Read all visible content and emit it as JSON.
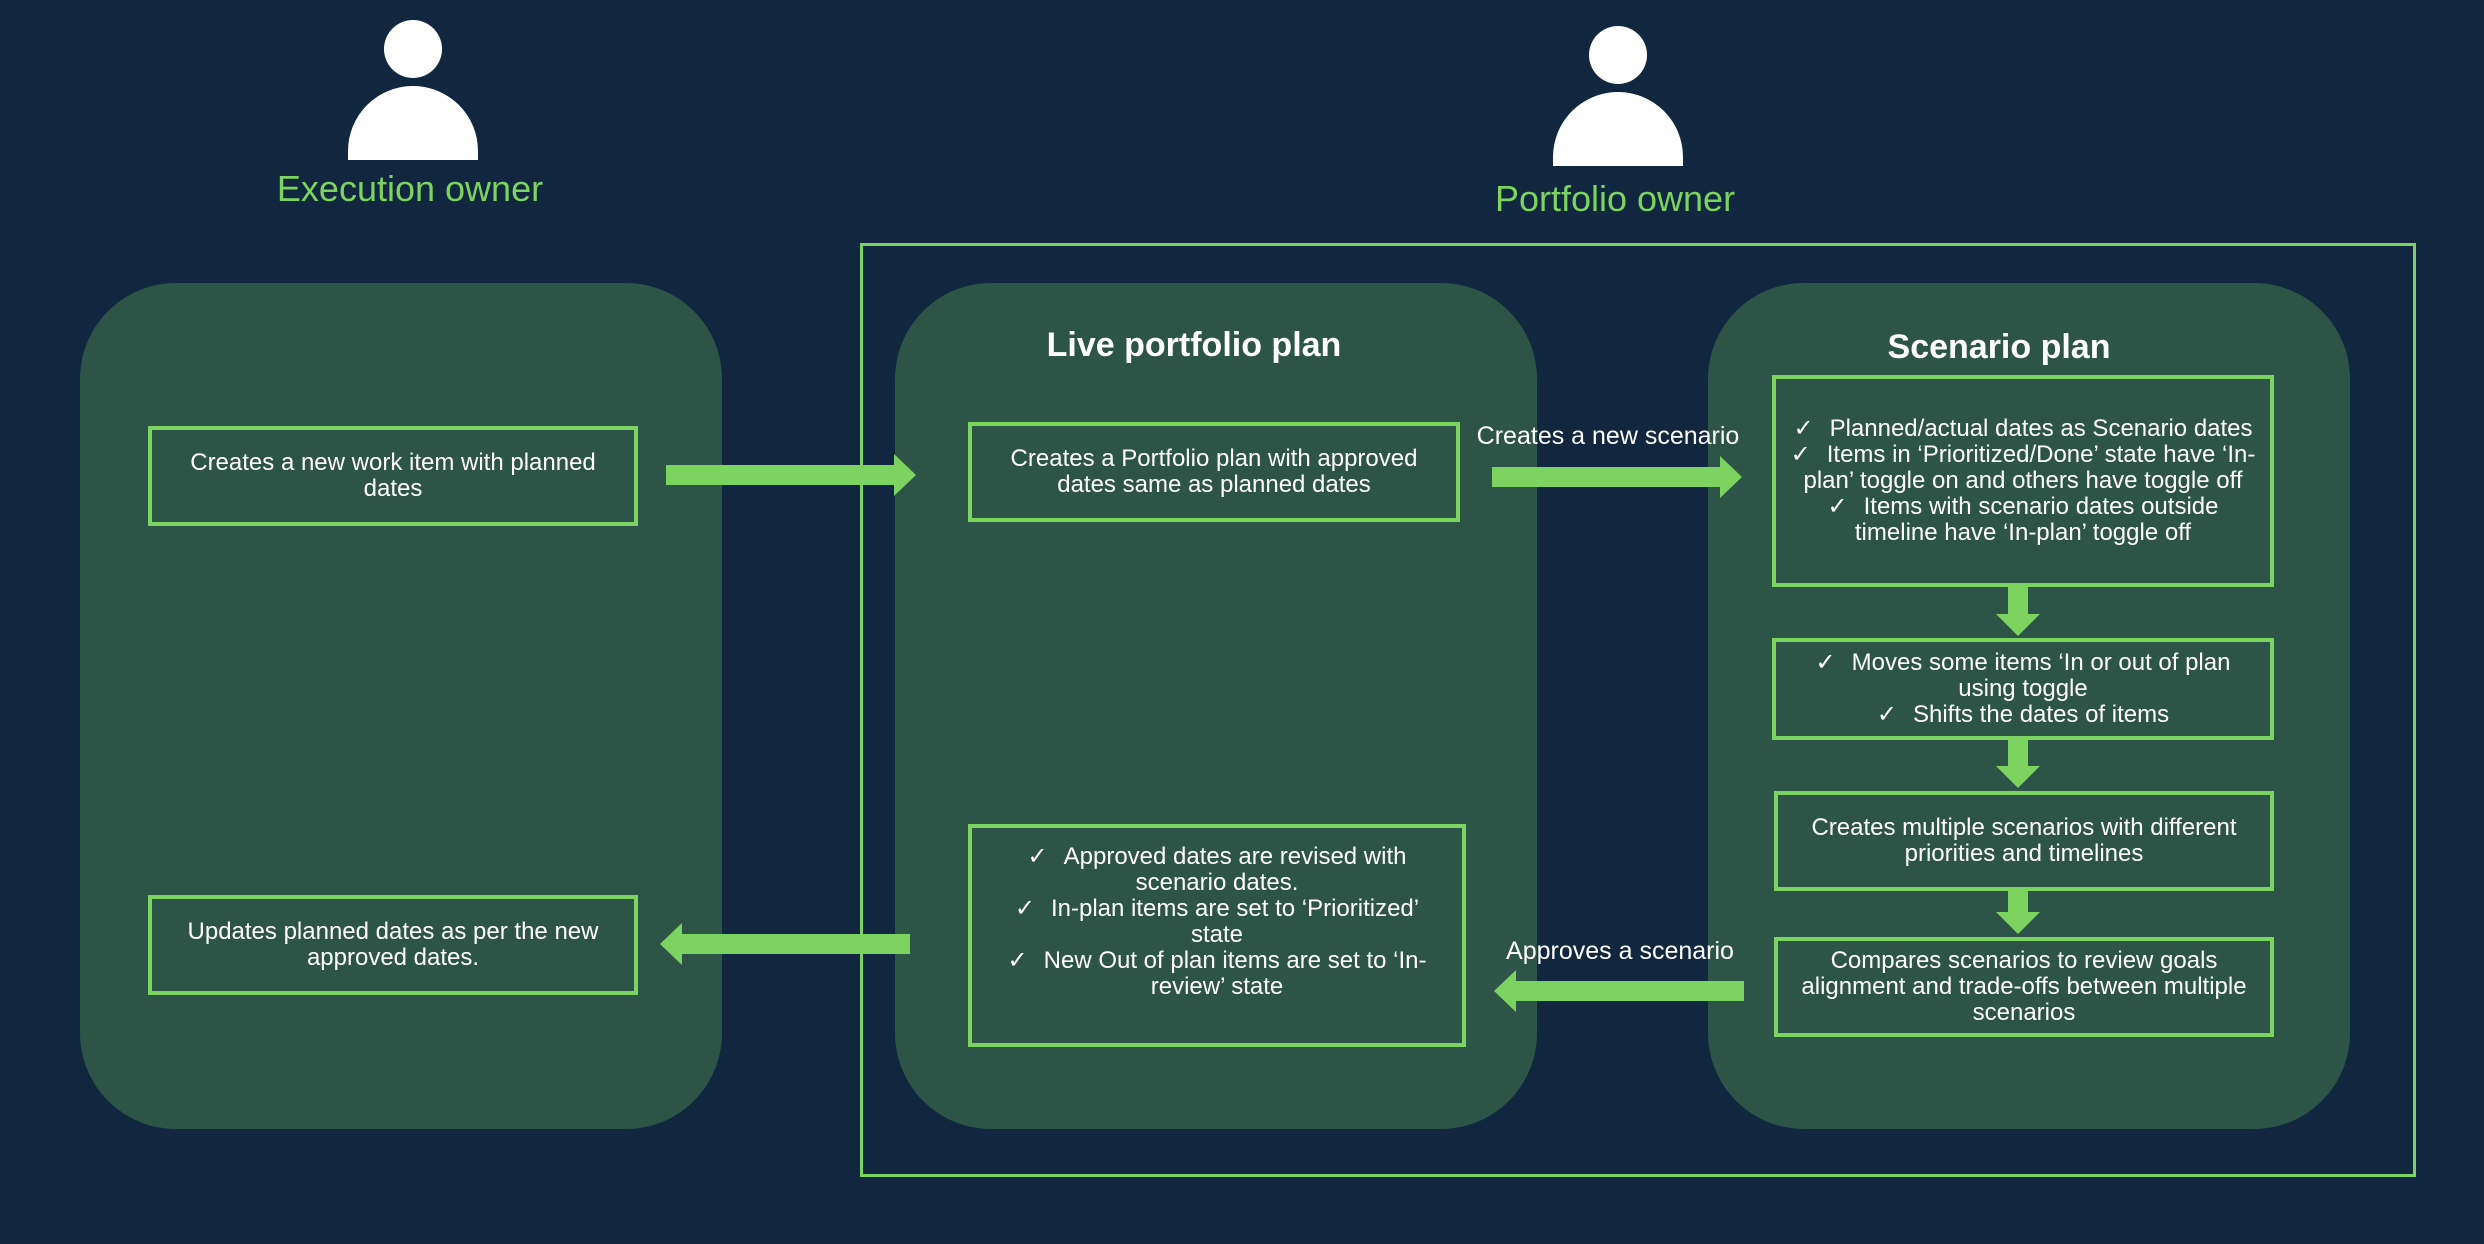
{
  "owners": {
    "execution": "Execution owner",
    "portfolio": "Portfolio owner"
  },
  "panels": {
    "live_title": "Live portfolio plan",
    "scenario_title": "Scenario plan"
  },
  "execution_boxes": {
    "create": "Creates a new work item with planned dates",
    "update": "Updates planned dates as per the new approved dates."
  },
  "live_boxes": {
    "create": "Creates a Portfolio plan with approved dates same as planned dates",
    "approved": [
      "Approved dates are revised with scenario dates.",
      "In-plan items are set to ‘Prioritized’ state",
      "New Out of plan items are set to ‘In-review’ state"
    ]
  },
  "scenario_boxes": {
    "defaults": [
      "Planned/actual dates as Scenario dates",
      "Items in ‘Prioritized/Done’ state have ‘In-plan’ toggle on and others have toggle off",
      "Items with scenario dates outside timeline have ‘In-plan’ toggle off"
    ],
    "moves": [
      "Moves some items ‘In or out of plan using toggle",
      "Shifts the dates of items"
    ],
    "multiple": "Creates multiple scenarios with different priorities and timelines",
    "compare": "Compares scenarios to review goals alignment and trade-offs between multiple scenarios"
  },
  "arrow_labels": {
    "new_scenario": "Creates a new scenario",
    "approve": "Approves a scenario"
  },
  "colors": {
    "background": "#10273F",
    "panel": "#2D5547",
    "accent": "#7DD35F",
    "text": "#FFFFFF"
  },
  "icons": [
    "person-icon"
  ]
}
